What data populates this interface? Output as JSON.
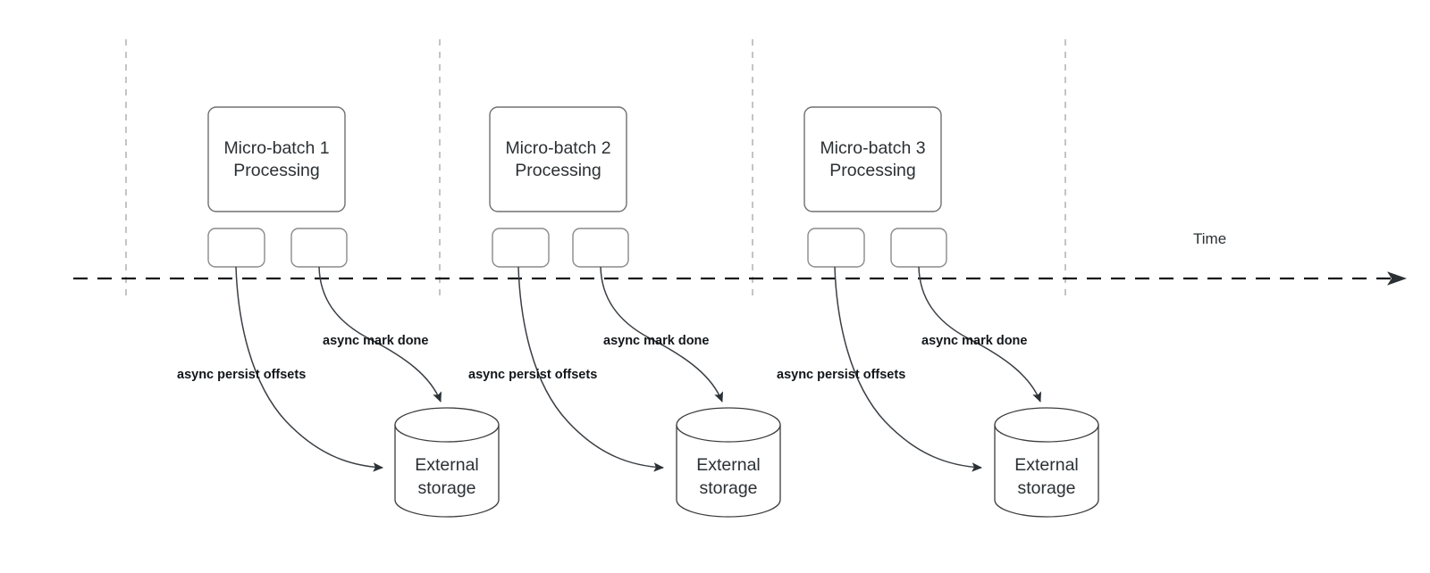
{
  "diagram": {
    "title_text": "",
    "axis": {
      "label": "Time",
      "direction": "right"
    },
    "colors": {
      "background": "#ffffff",
      "text": "#2b3034",
      "edge_label_text": "#12161a",
      "shape_stroke": "#707070",
      "small_shape_stroke": "#8a8a8a",
      "cylinder_stroke": "#3c3c3c",
      "timeline_stroke": "#101418",
      "divider_stroke": "#b5b5b8",
      "flow_stroke": "#3a3f44"
    },
    "groups": [
      {
        "id": "group-1",
        "batch_title_line1": "Micro-batch 1",
        "batch_title_line2": "Processing",
        "task_boxes": [
          "",
          ""
        ],
        "persist_label": "async persist offsets",
        "mark_done_label": "async mark done",
        "storage_line1": "External",
        "storage_line2": "storage"
      },
      {
        "id": "group-2",
        "batch_title_line1": "Micro-batch 2",
        "batch_title_line2": "Processing",
        "task_boxes": [
          "",
          ""
        ],
        "persist_label": "async persist offsets",
        "mark_done_label": "async mark done",
        "storage_line1": "External",
        "storage_line2": "storage"
      },
      {
        "id": "group-3",
        "batch_title_line1": "Micro-batch 3",
        "batch_title_line2": "Processing",
        "task_boxes": [
          "",
          ""
        ],
        "persist_label": "async persist offsets",
        "mark_done_label": "async mark done",
        "storage_line1": "External",
        "storage_line2": "storage"
      }
    ]
  }
}
